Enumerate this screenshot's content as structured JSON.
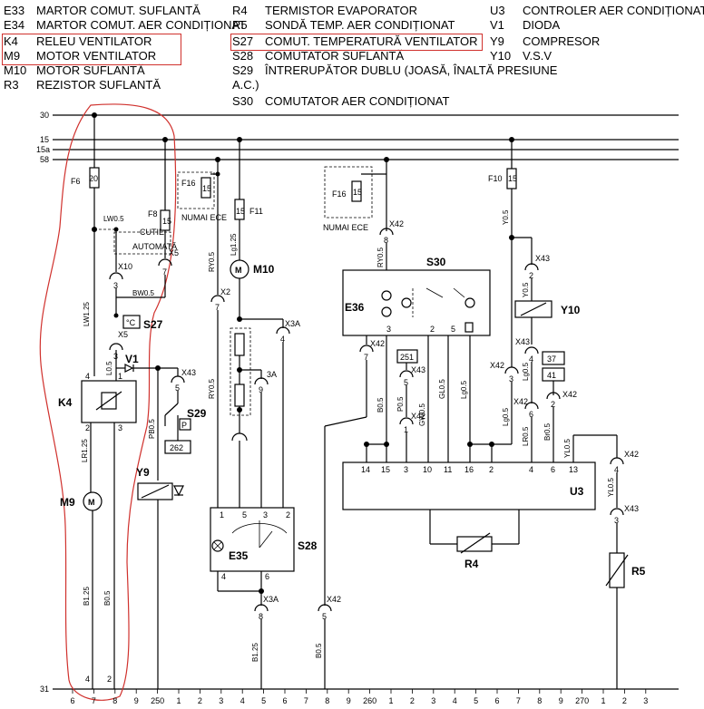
{
  "legend": {
    "col1": [
      {
        "code": "E33",
        "text": "MARTOR COMUT. SUFLANTĂ"
      },
      {
        "code": "E34",
        "text": "MARTOR COMUT. AER CONDIȚIONAT"
      },
      {
        "code": "K4",
        "text": "RELEU VENTILATOR"
      },
      {
        "code": "M9",
        "text": "MOTOR VENTILATOR"
      },
      {
        "code": "M10",
        "text": "MOTOR SUFLANTĂ"
      },
      {
        "code": "R3",
        "text": "REZISTOR SUFLANTĂ"
      }
    ],
    "col2": [
      {
        "code": "R4",
        "text": "TERMISTOR EVAPORATOR"
      },
      {
        "code": "R5",
        "text": "SONDĂ TEMP. AER CONDIȚIONAT"
      },
      {
        "code": "S27",
        "text": "COMUT. TEMPERATURĂ VENTILATOR"
      },
      {
        "code": "S28",
        "text": "COMUTATOR SUFLANTĂ"
      },
      {
        "code": "S29",
        "text": "ÎNTRERUPĂTOR DUBLU (JOASĂ, ÎNALTĂ PRESIUNE"
      },
      {
        "code": "",
        "text": "A.C.)"
      },
      {
        "code": "S30",
        "text": "COMUTATOR AER CONDIȚIONAT"
      }
    ],
    "col3": [
      {
        "code": "U3",
        "text": "CONTROLER AER CONDIȚIONAT"
      },
      {
        "code": "V1",
        "text": "DIODA"
      },
      {
        "code": "Y9",
        "text": "COMPRESOR"
      },
      {
        "code": "Y10",
        "text": "V.S.V"
      }
    ]
  },
  "rails": {
    "r30": "30",
    "r15": "15",
    "r15a": "15a",
    "r58": "58",
    "r31": "31"
  },
  "fuses": {
    "f6": "F6",
    "f6v": "20",
    "f8": "F8",
    "f8v": "15",
    "f11": "F11",
    "f11v": "15",
    "f16": "F16",
    "f16v": "15",
    "f16b": "F16",
    "f16bv": "15",
    "f10": "F10",
    "f10v": "15"
  },
  "labels": {
    "numai_ece": "NUMAI ECE",
    "cutie": "CUTIE",
    "automata": "AUTOMATĂ",
    "k4": "K4",
    "m9": "M9",
    "m10": "M10",
    "s27": "S27",
    "v1": "V1",
    "s29": "S29",
    "y9": "Y9",
    "e35": "E35",
    "s28": "S28",
    "s30": "S30",
    "e36": "E36",
    "y10": "Y10",
    "u3": "U3",
    "r4": "R4",
    "r5": "R5",
    "c262": "262",
    "c251": "251",
    "c37": "37",
    "c41": "41",
    "p": "P",
    "degc": "°C"
  },
  "connectors": {
    "x10": "X10",
    "x5": "X5",
    "x5b": "X5",
    "x2": "X2",
    "x3a": "X3A",
    "x3a2": "3A",
    "x3a3": "X3A",
    "x43": "X43",
    "x43b": "X43",
    "x43c": "X43",
    "x43d": "X43",
    "x43e": "X43",
    "x42": "X42",
    "x42b": "X42",
    "x42c": "X42",
    "x42d": "X42",
    "x42e": "X42",
    "x42f": "X42",
    "x42g": "X42",
    "x42h": "X42"
  },
  "wires": {
    "lw05": "LW0.5",
    "bw05": "BW0.5",
    "lw125": "LW1.25",
    "lo5": "L0.5",
    "lr125": "LR1.25",
    "b125": "B1.25",
    "b05": "B0.5",
    "b05b": "B0.5",
    "b125b": "B1.25",
    "b05c": "B0.5",
    "ry05": "RY0.5",
    "ry05b": "RY0.5",
    "ry05c": "RY0.5",
    "lg125": "Lg1.25",
    "pb05": "PB0.5",
    "p05": "P0.5",
    "gw05": "GW0.5",
    "gl05": "GL0.5",
    "lg05": "Lg0.5",
    "lg05b": "Lg0.5",
    "lg05c": "Lg0.5",
    "y05": "Y0.5",
    "y05b": "Y0.5",
    "lr05": "LR0.5",
    "br05": "Br0.5",
    "yl05": "YL0.5",
    "yl05b": "YL0.5",
    "lg05d": "Lg0.5"
  },
  "u3_pins": [
    "14",
    "15",
    "3",
    "10",
    "11",
    "16",
    "2",
    "4",
    "6",
    "13"
  ],
  "bottom_numbers": [
    "6",
    "7",
    "8",
    "9",
    "250",
    "1",
    "2",
    "3",
    "4",
    "5",
    "6",
    "7",
    "8",
    "9",
    "260",
    "1",
    "2",
    "3",
    "4",
    "5",
    "6",
    "7",
    "8",
    "9",
    "270",
    "1",
    "2",
    "3"
  ]
}
